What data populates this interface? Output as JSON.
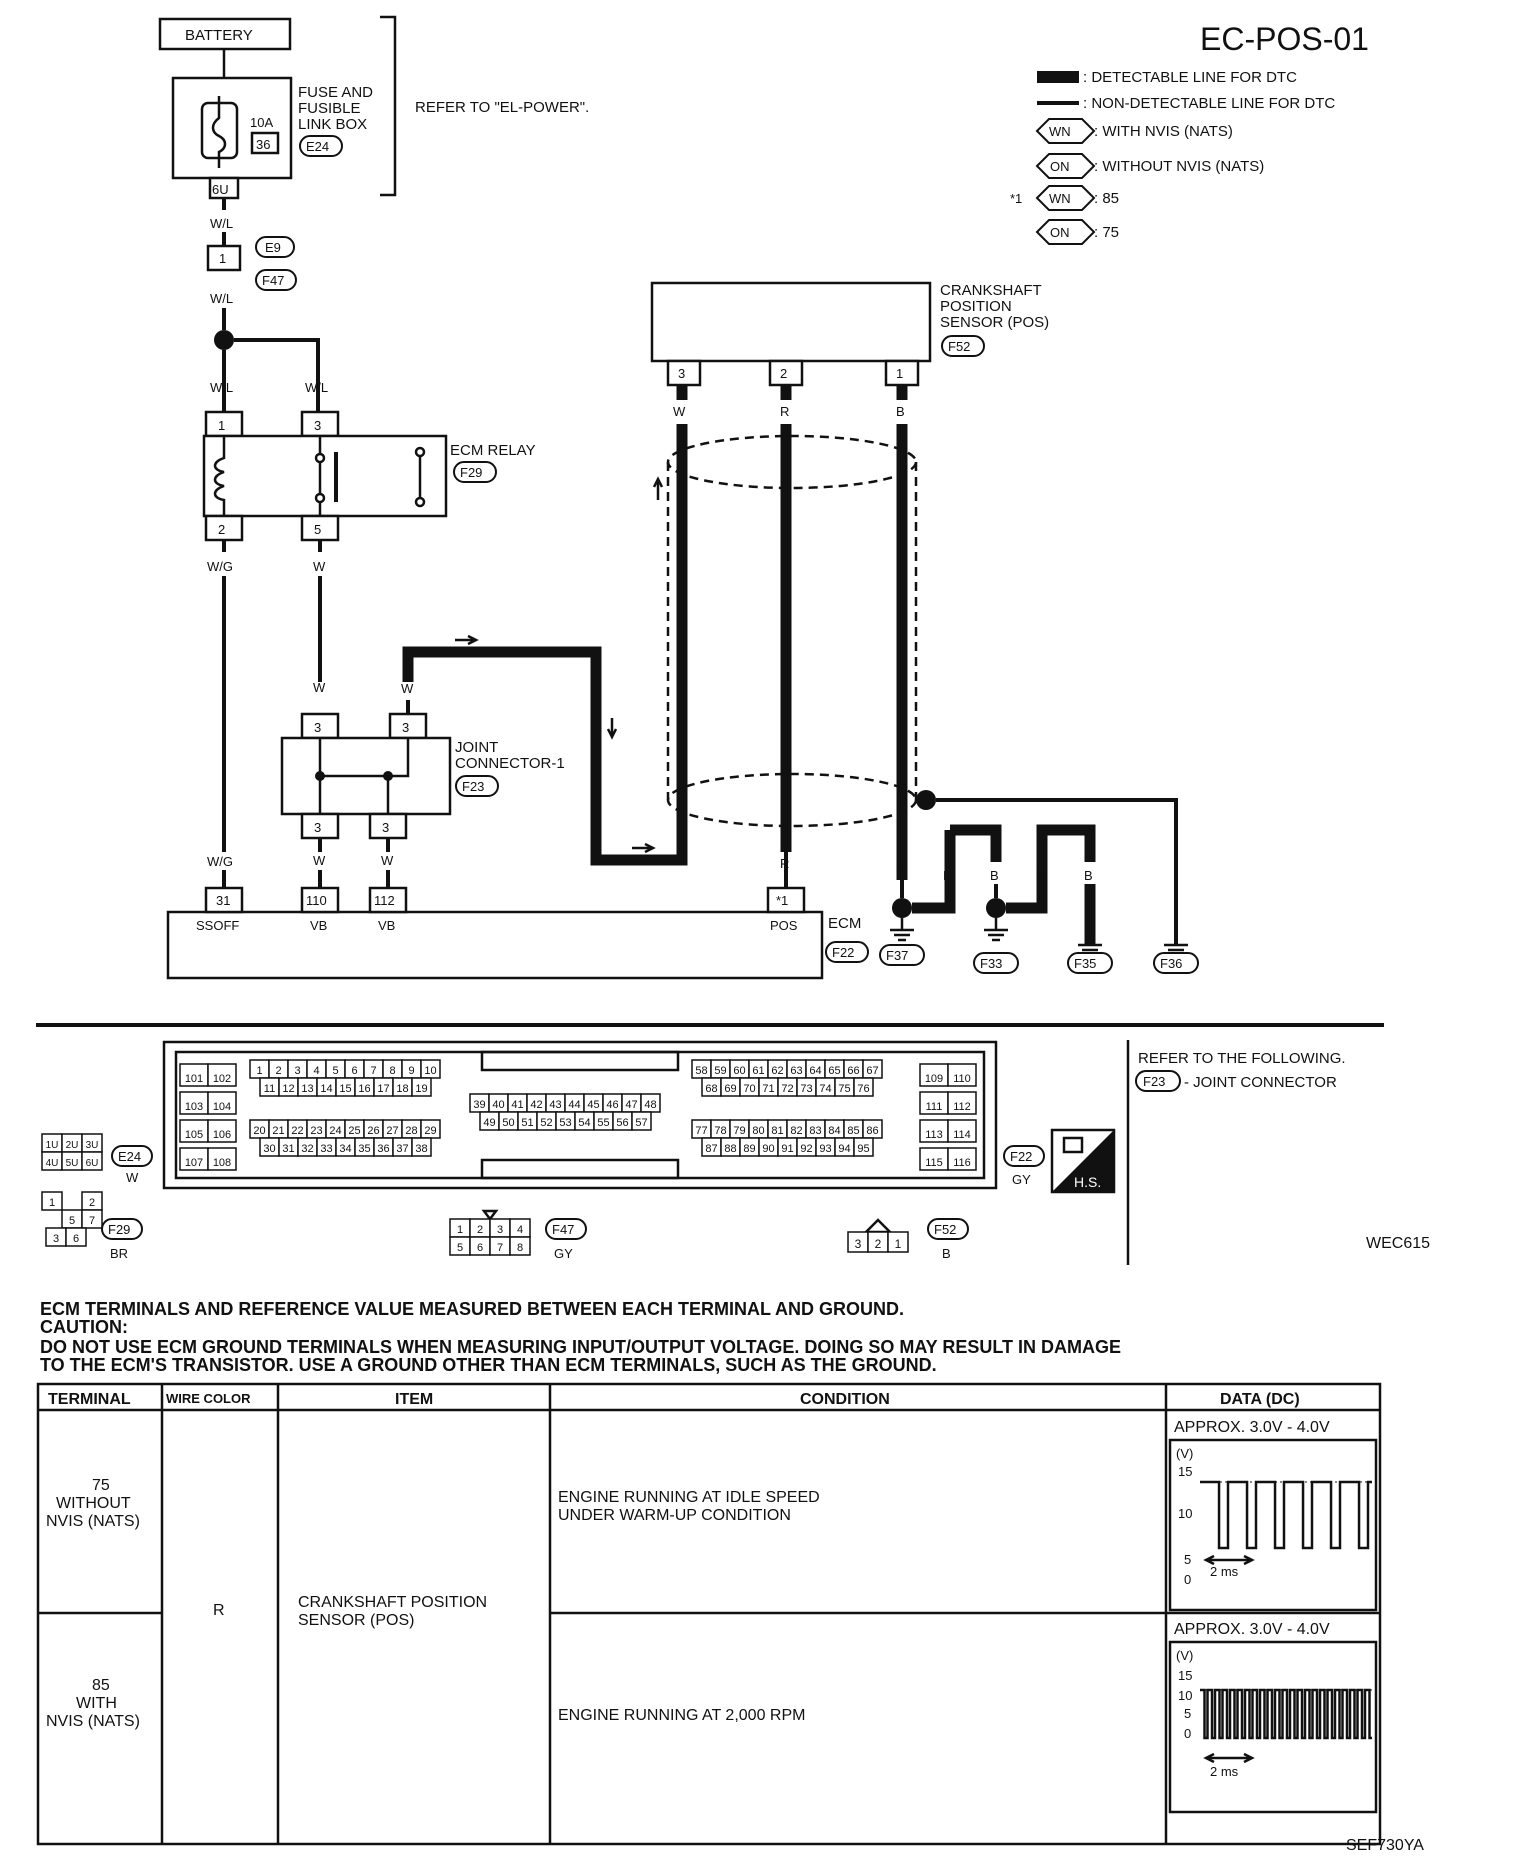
{
  "page": {
    "code": "EC-POS-01",
    "figure_id": "WEC615",
    "bottom_id": "SEF730YA"
  },
  "legend": {
    "detectable": ": DETECTABLE LINE FOR DTC",
    "non_detectable": ": NON-DETECTABLE LINE FOR DTC",
    "wn_symbol": "WN",
    "wn_text": ": WITH NVIS (NATS)",
    "on_symbol": "ON",
    "on_text": ": WITHOUT NVIS (NATS)",
    "star": "*1",
    "wn_value": ": 85",
    "on_value": ": 75"
  },
  "battery": {
    "label": "BATTERY"
  },
  "fuse": {
    "label_1": "FUSE AND",
    "label_2": "FUSIBLE",
    "label_3": "LINK BOX",
    "amp": "10A",
    "number": "36",
    "connector": "E24",
    "terminal": "6U",
    "refer": "REFER TO \"EL-POWER\"."
  },
  "joint_e9": {
    "pin": "1",
    "conn_top": "E9",
    "conn_bottom": "F47"
  },
  "ecm_relay": {
    "label": "ECM RELAY",
    "connector": "F29",
    "pin_1": "1",
    "pin_3": "3",
    "pin_2": "2",
    "pin_5": "5"
  },
  "joint_connector": {
    "label_1": "JOINT",
    "label_2": "CONNECTOR-1",
    "connector": "F23",
    "pin": "3"
  },
  "ckp_sensor": {
    "label_1": "CRANKSHAFT",
    "label_2": "POSITION",
    "label_3": "SENSOR (POS)",
    "connector": "F52",
    "pin_3": "3",
    "pin_2": "2",
    "pin_1": "1"
  },
  "wires": {
    "wl": "W/L",
    "wg": "W/G",
    "w": "W",
    "r": "R",
    "b": "B"
  },
  "ecm": {
    "label": "ECM",
    "connector": "F22",
    "pin_31": "31",
    "pin_110": "110",
    "pin_112": "112",
    "pin_star": "*1",
    "lbl_ssoff": "SSOFF",
    "lbl_vb1": "VB",
    "lbl_vb2": "VB",
    "lbl_pos": "POS"
  },
  "grounds": [
    "F37",
    "F33",
    "F35",
    "F36"
  ],
  "connectors_section": {
    "refer_1": "REFER TO THE FOLLOWING.",
    "refer_conn": "F23",
    "refer_2": "- JOINT CONNECTOR",
    "hs": "H.S.",
    "f22_conn": "F22",
    "f22_color": "GY",
    "e24_conn": "E24",
    "e24_color": "W",
    "e24_pins": [
      "1U",
      "2U",
      "3U",
      "4U",
      "5U",
      "6U"
    ],
    "f29_conn": "F29",
    "f29_color": "BR",
    "f29_pins": [
      "1",
      "2",
      "5",
      "7",
      "3",
      "6"
    ],
    "f47_conn": "F47",
    "f47_color": "GY",
    "f47_pins": [
      "1",
      "2",
      "3",
      "4",
      "5",
      "6",
      "7",
      "8"
    ],
    "f52_conn": "F52",
    "f52_color": "B",
    "f52_pins": [
      "3",
      "2",
      "1"
    ]
  },
  "ecm_pins": {
    "left_block": [
      "101",
      "102",
      "103",
      "104",
      "105",
      "106",
      "107",
      "108"
    ],
    "row1a": [
      "1",
      "2",
      "3",
      "4",
      "5",
      "6",
      "7",
      "8",
      "9",
      "10"
    ],
    "row1b": [
      "11",
      "12",
      "13",
      "14",
      "15",
      "16",
      "17",
      "18",
      "19"
    ],
    "row2a": [
      "20",
      "21",
      "22",
      "23",
      "24",
      "25",
      "26",
      "27",
      "28",
      "29"
    ],
    "row2b": [
      "30",
      "31",
      "32",
      "33",
      "34",
      "35",
      "36",
      "37",
      "38"
    ],
    "mid_a": [
      "39",
      "40",
      "41",
      "42",
      "43",
      "44",
      "45",
      "46",
      "47",
      "48"
    ],
    "mid_b": [
      "49",
      "50",
      "51",
      "52",
      "53",
      "54",
      "55",
      "56",
      "57"
    ],
    "r1a": [
      "58",
      "59",
      "60",
      "61",
      "62",
      "63",
      "64",
      "65",
      "66",
      "67"
    ],
    "r1b": [
      "68",
      "69",
      "70",
      "71",
      "72",
      "73",
      "74",
      "75",
      "76"
    ],
    "r2a": [
      "77",
      "78",
      "79",
      "80",
      "81",
      "82",
      "83",
      "84",
      "85",
      "86"
    ],
    "r2b": [
      "87",
      "88",
      "89",
      "90",
      "91",
      "92",
      "93",
      "94",
      "95"
    ],
    "right_block": [
      "109",
      "110",
      "111",
      "112",
      "113",
      "114",
      "115",
      "116"
    ]
  },
  "notes": {
    "heading": "ECM TERMINALS AND REFERENCE VALUE MEASURED BETWEEN EACH TERMINAL AND GROUND.",
    "caution": "CAUTION:",
    "line_1": "DO NOT USE ECM GROUND TERMINALS WHEN MEASURING INPUT/OUTPUT VOLTAGE. DOING SO MAY RESULT IN DAMAGE",
    "line_2": "TO THE ECM'S TRANSISTOR. USE A GROUND OTHER THAN ECM TERMINALS, SUCH AS THE GROUND."
  },
  "table": {
    "headers": {
      "terminal": "TERMINAL",
      "wire_color": "WIRE COLOR",
      "item": "ITEM",
      "condition": "CONDITION",
      "data": "DATA (DC)"
    },
    "wire_color": "R",
    "item_1": "CRANKSHAFT POSITION",
    "item_2": "SENSOR (POS)",
    "rows": [
      {
        "term_1": "75",
        "term_2": "WITHOUT",
        "term_3": "NVIS (NATS)",
        "cond_1": "ENGINE RUNNING AT IDLE SPEED",
        "cond_2": "UNDER WARM-UP CONDITION",
        "data": "APPROX. 3.0V - 4.0V",
        "unit": "(V)",
        "y15": "15",
        "y10": "10",
        "y5": "5",
        "y0": "0",
        "time": "2 ms"
      },
      {
        "term_1": "85",
        "term_2": "WITH",
        "term_3": "NVIS (NATS)",
        "cond_1": "ENGINE RUNNING AT 2,000 RPM",
        "cond_2": "",
        "data": "APPROX. 3.0V - 4.0V",
        "unit": "(V)",
        "y15": "15",
        "y10": "10",
        "y5": "5",
        "y0": "0",
        "time": "2 ms"
      }
    ]
  }
}
